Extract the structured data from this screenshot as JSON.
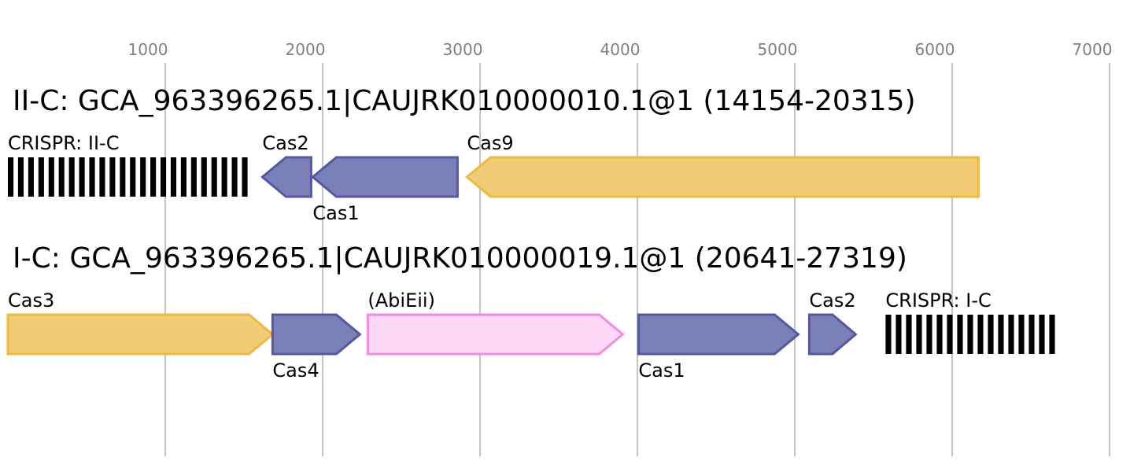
{
  "axis": {
    "ticks": [
      {
        "value": 1000,
        "label": "1000"
      },
      {
        "value": 2000,
        "label": "2000"
      },
      {
        "value": 3000,
        "label": "3000"
      },
      {
        "value": 4000,
        "label": "4000"
      },
      {
        "value": 5000,
        "label": "5000"
      },
      {
        "value": 6000,
        "label": "6000"
      },
      {
        "value": 7000,
        "label": "7000"
      }
    ]
  },
  "colors": {
    "gridline": "#b0b0b0",
    "tick_text": "#808080",
    "cas_blue_fill": "#7b7fb8",
    "cas_blue_stroke": "#5558a0",
    "cas_yellow_fill": "#f2cc74",
    "cas_yellow_stroke": "#eeb93e",
    "abi_pink_fill": "#fcd8f6",
    "abi_pink_stroke": "#f48ae4",
    "crispr": "#000000"
  },
  "loci": [
    {
      "title": "II-C: GCA_963396265.1|CAUJRK010000010.1@1 (14154-20315)",
      "features": [
        {
          "kind": "crispr",
          "label": "CRISPR: II-C",
          "label_pos": "above",
          "start": 0,
          "end": 1552,
          "repeats": 24
        },
        {
          "kind": "gene",
          "label": "Cas2",
          "label_pos": "above",
          "start": 1617,
          "end": 1927,
          "strand": "-",
          "color": "blue"
        },
        {
          "kind": "gene",
          "label": "Cas1",
          "label_pos": "below",
          "start": 1937,
          "end": 2857,
          "strand": "-",
          "color": "blue"
        },
        {
          "kind": "gene",
          "label": "Cas9",
          "label_pos": "above",
          "start": 2917,
          "end": 6167,
          "strand": "-",
          "color": "yellow"
        }
      ]
    },
    {
      "title": "I-C: GCA_963396265.1|CAUJRK010000019.1@1 (20641-27319)",
      "features": [
        {
          "kind": "gene",
          "label": "Cas3",
          "label_pos": "above",
          "start": 0,
          "end": 1682,
          "strand": "+",
          "color": "yellow"
        },
        {
          "kind": "gene",
          "label": "Cas4",
          "label_pos": "below",
          "start": 1682,
          "end": 2237,
          "strand": "+",
          "color": "blue"
        },
        {
          "kind": "gene",
          "label": "(AbiEii)",
          "label_pos": "above",
          "start": 2287,
          "end": 3907,
          "strand": "+",
          "color": "pink"
        },
        {
          "kind": "gene",
          "label": "Cas1",
          "label_pos": "below",
          "start": 4007,
          "end": 5022,
          "strand": "+",
          "color": "blue"
        },
        {
          "kind": "gene",
          "label": "Cas2",
          "label_pos": "above",
          "start": 5092,
          "end": 5387,
          "strand": "+",
          "color": "blue"
        },
        {
          "kind": "crispr",
          "label": "CRISPR: I-C",
          "label_pos": "above",
          "start": 5577,
          "end": 6682,
          "repeats": 17
        }
      ]
    }
  ]
}
